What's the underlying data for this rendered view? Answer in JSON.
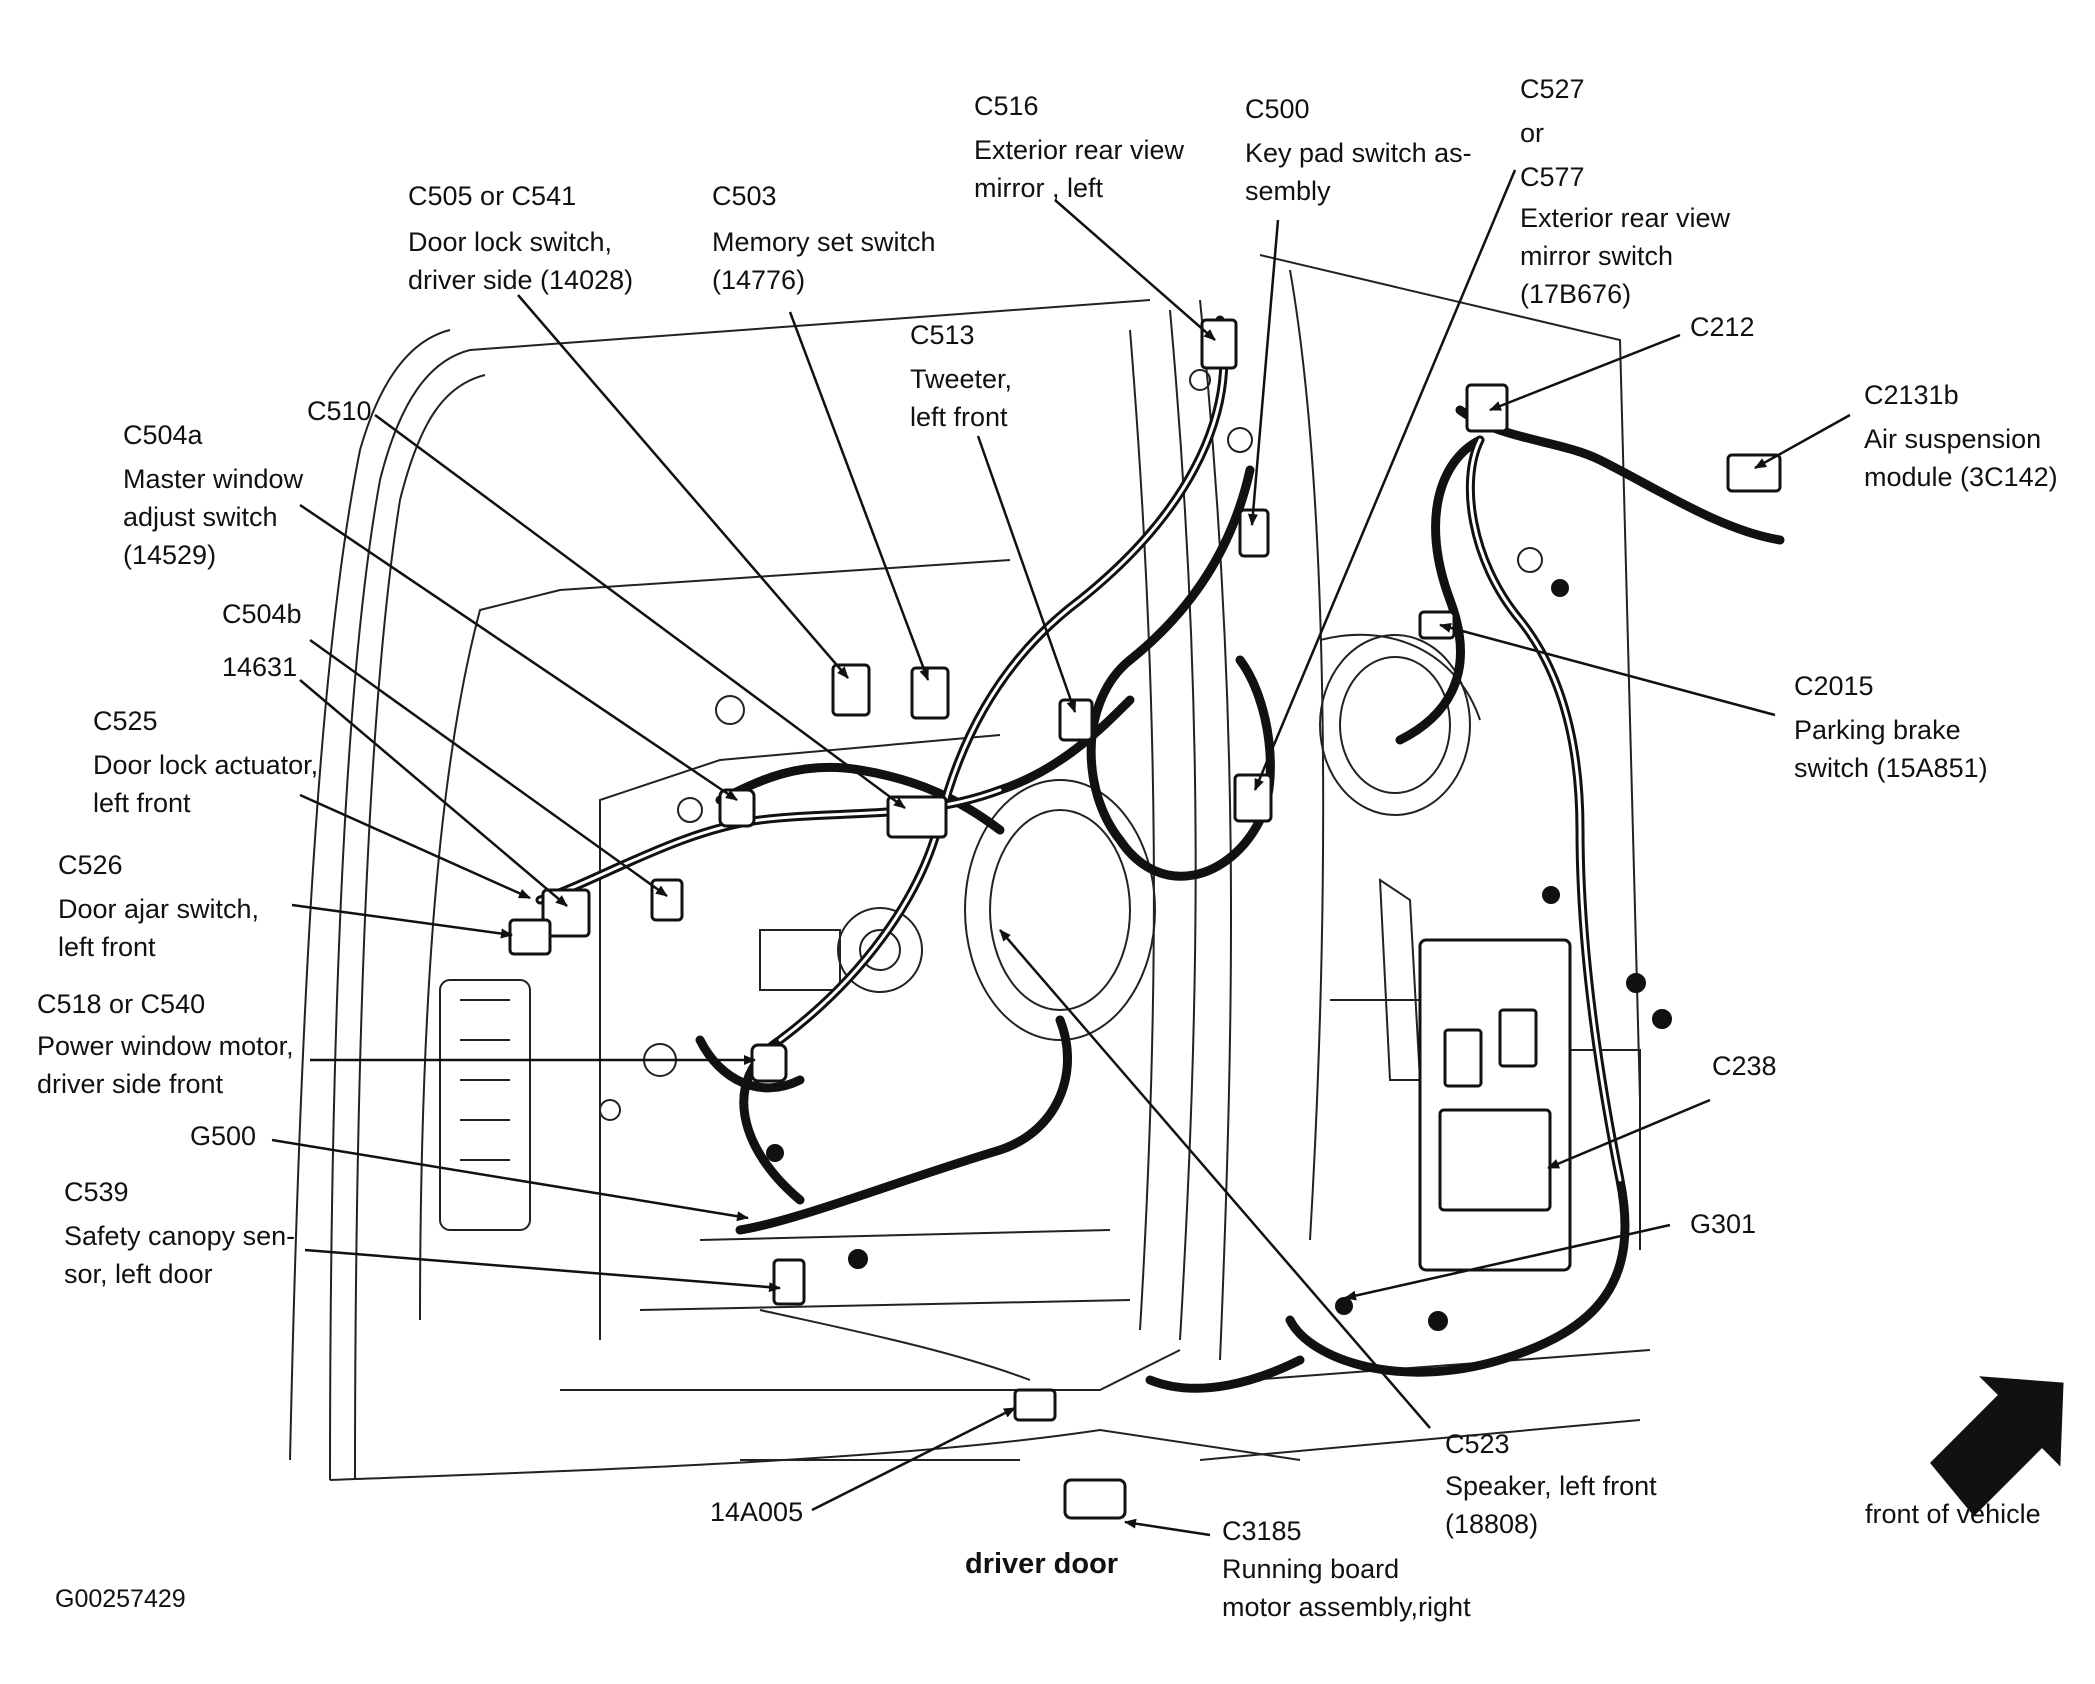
{
  "callouts": {
    "c516": {
      "code": "C516",
      "lines": [
        "Exterior rear view",
        "mirror , left"
      ]
    },
    "c500": {
      "code": "C500",
      "lines": [
        "Key pad switch as-",
        "sembly"
      ]
    },
    "c527": {
      "code": "C527",
      "or": "or",
      "code2": "C577",
      "lines": [
        "Exterior rear view",
        "mirror switch",
        "(17B676)"
      ]
    },
    "c505": {
      "code": "C505 or C541",
      "lines": [
        "Door lock switch,",
        "driver side (14028)"
      ]
    },
    "c503": {
      "code": "C503",
      "lines": [
        "Memory set switch",
        "(14776)"
      ]
    },
    "c513": {
      "code": "C513",
      "lines": [
        "Tweeter,",
        "left front"
      ]
    },
    "c212": {
      "code": "C212"
    },
    "c2131b": {
      "code": "C2131b",
      "lines": [
        "Air suspension",
        "module (3C142)"
      ]
    },
    "c510": {
      "code": "C510"
    },
    "c504a": {
      "code": "C504a",
      "lines": [
        "Master window",
        "adjust switch",
        "(14529)"
      ]
    },
    "c504b": {
      "code": "C504b"
    },
    "n14631": {
      "code": "14631"
    },
    "c525": {
      "code": "C525",
      "lines": [
        "Door lock actuator,",
        "left front"
      ]
    },
    "c2015": {
      "code": "C2015",
      "lines": [
        "Parking brake",
        "switch (15A851)"
      ]
    },
    "c526": {
      "code": "C526",
      "lines": [
        "Door ajar switch,",
        "left front"
      ]
    },
    "c518": {
      "code": "C518 or C540",
      "lines": [
        "Power window motor,",
        "driver side front"
      ]
    },
    "c238": {
      "code": "C238"
    },
    "g500": {
      "code": "G500"
    },
    "c539": {
      "code": "C539",
      "lines": [
        "Safety canopy sen-",
        "sor, left door"
      ]
    },
    "g301": {
      "code": "G301"
    },
    "c523": {
      "code": "C523",
      "lines": [
        "Speaker, left front",
        "(18808)"
      ]
    },
    "n14a005": {
      "code": "14A005"
    },
    "c3185": {
      "code": "C3185",
      "lines": [
        "Running board",
        "motor assembly,right"
      ]
    }
  },
  "caption": "driver door",
  "direction_label": "front of vehicle",
  "figure_id": "G00257429"
}
